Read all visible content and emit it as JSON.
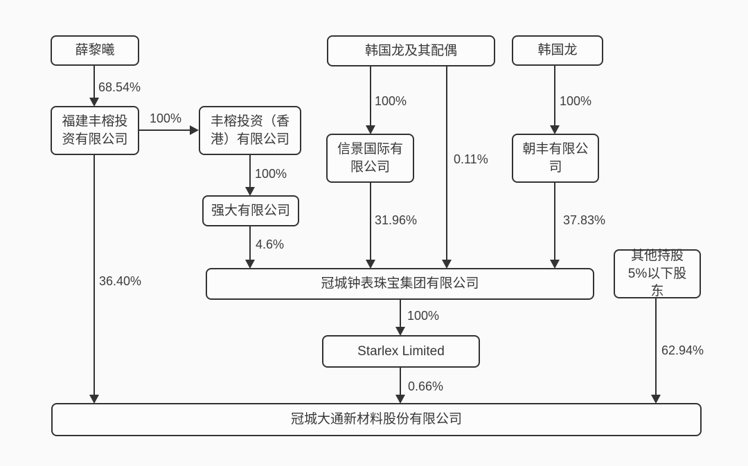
{
  "diagram": {
    "title": "ownership-structure-chart",
    "colors": {
      "background": "#fafafa",
      "box_fill": "#fcfcfc",
      "line": "#333333",
      "text": "#383838"
    },
    "nodes": {
      "xue_lixi": {
        "label": "薛黎曦"
      },
      "fujian_fengrong": {
        "label": "福建丰榕投资有限公司"
      },
      "fengrong_hk": {
        "label": "丰榕投资（香港）有限公司"
      },
      "qiangda": {
        "label": "强大有限公司"
      },
      "han_spouse": {
        "label": "韩国龙及其配偶"
      },
      "xinjing": {
        "label": "信景国际有限公司"
      },
      "han_guolong": {
        "label": "韩国龙"
      },
      "chaofeng": {
        "label": "朝丰有限公司"
      },
      "guancheng_watch": {
        "label": "冠城钟表珠宝集团有限公司"
      },
      "starlex": {
        "label": "Starlex Limited"
      },
      "other_holders": {
        "label": "其他持股5%以下股东"
      },
      "guancheng_datong": {
        "label": "冠城大通新材料股份有限公司"
      }
    },
    "edges": {
      "xue_to_fujian": {
        "from": "xue_lixi",
        "to": "fujian_fengrong",
        "label": "68.54%"
      },
      "fujian_to_hk": {
        "from": "fujian_fengrong",
        "to": "fengrong_hk",
        "label": "100%"
      },
      "fujian_to_datong": {
        "from": "fujian_fengrong",
        "to": "guancheng_datong",
        "label": "36.40%"
      },
      "hk_to_qiangda": {
        "from": "fengrong_hk",
        "to": "qiangda",
        "label": "100%"
      },
      "qiangda_to_watch": {
        "from": "qiangda",
        "to": "guancheng_watch",
        "label": "4.6%"
      },
      "spouse_to_xinjing": {
        "from": "han_spouse",
        "to": "xinjing",
        "label": "100%"
      },
      "xinjing_to_watch": {
        "from": "xinjing",
        "to": "guancheng_watch",
        "label": "31.96%"
      },
      "spouse_to_watch": {
        "from": "han_spouse",
        "to": "guancheng_watch",
        "label": "0.11%"
      },
      "han_to_chaofeng": {
        "from": "han_guolong",
        "to": "chaofeng",
        "label": "100%"
      },
      "chaofeng_to_watch": {
        "from": "chaofeng",
        "to": "guancheng_watch",
        "label": "37.83%"
      },
      "watch_to_starlex": {
        "from": "guancheng_watch",
        "to": "starlex",
        "label": "100%"
      },
      "starlex_to_datong": {
        "from": "starlex",
        "to": "guancheng_datong",
        "label": "0.66%"
      },
      "other_to_datong": {
        "from": "other_holders",
        "to": "guancheng_datong",
        "label": "62.94%"
      }
    }
  }
}
